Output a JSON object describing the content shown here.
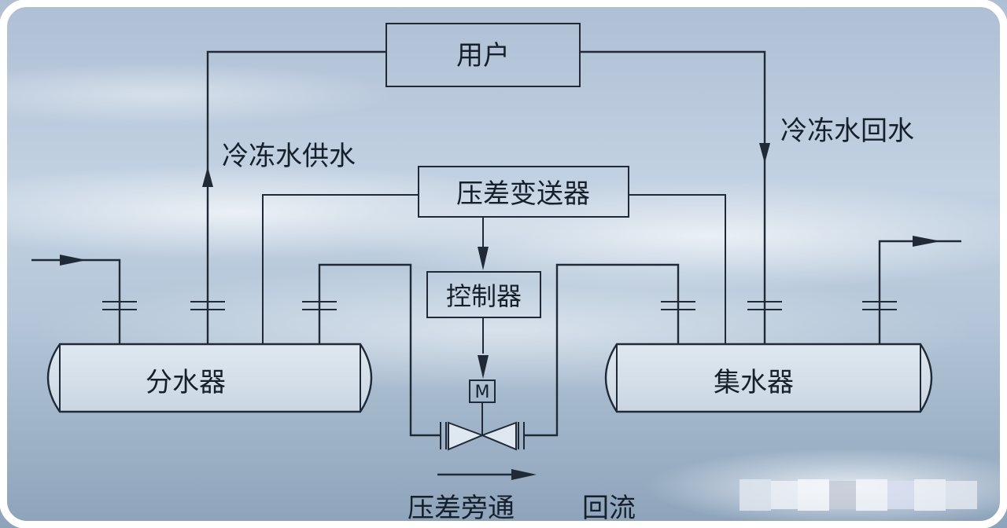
{
  "diagram": {
    "user": "用户",
    "supply": "冷冻水供水",
    "return": "冷冻水回水",
    "transmitter": "压差变送器",
    "controller": "控制器",
    "motor": "M",
    "distributor": "分水器",
    "collector": "集水器",
    "bypass": "压差旁通",
    "backflow": "回流"
  },
  "colors": {
    "sky_top": "#b7c9dd",
    "sky_bottom": "#8fa6bd",
    "line": "#1f2a36"
  }
}
